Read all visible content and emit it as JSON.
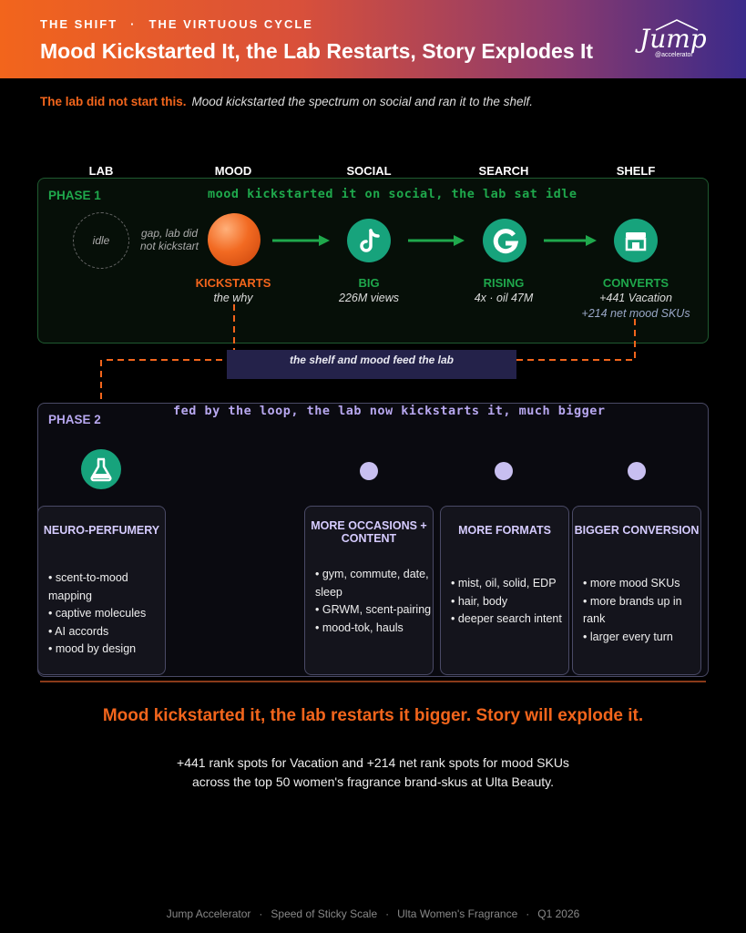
{
  "header": {
    "kicker_left": "THE SHIFT",
    "kicker_sep": "·",
    "kicker_right": "THE VIRTUOUS CYCLE",
    "title": "Mood Kickstarted It, the Lab Restarts, Story Explodes It",
    "logo_word": "Jump",
    "logo_sub": "@accelerator"
  },
  "lead": {
    "bold": "The lab did not start this.",
    "italic": "Mood kickstarted the spectrum on social and ran it to the shelf."
  },
  "columns": [
    "LAB",
    "MOOD",
    "SOCIAL",
    "SEARCH",
    "SHELF"
  ],
  "phase1": {
    "label": "PHASE 1",
    "caption": "mood kickstarted it on social, the lab sat idle",
    "idle": "idle",
    "gap_line1": "gap, lab did",
    "gap_line2": "not kickstart",
    "nodes": [
      {
        "title": "KICKSTARTS",
        "sub": "the why",
        "sub2": ""
      },
      {
        "title": "BIG",
        "sub": "226M views",
        "sub2": ""
      },
      {
        "title": "RISING",
        "sub": "4x · oil 47M",
        "sub2": ""
      },
      {
        "title": "CONVERTS",
        "sub": "+441 Vacation",
        "sub2": "+214 net mood SKUs"
      }
    ]
  },
  "feed": "the shelf and mood feed the lab",
  "phase2": {
    "label": "PHASE 2",
    "caption": "fed by the loop, the lab now kickstarts it, much bigger",
    "cards": [
      {
        "title": "NEURO-PERFUMERY",
        "items": [
          "scent-to-mood mapping",
          "captive molecules",
          "AI accords",
          "mood by design"
        ]
      },
      {
        "title": "MORE OCCASIONS + CONTENT",
        "items": [
          "gym, commute, date, sleep",
          "GRWM, scent-pairing",
          "mood-tok, hauls"
        ]
      },
      {
        "title": "MORE FORMATS",
        "items": [
          "mist, oil, solid, EDP",
          "hair, body",
          "deeper search intent"
        ]
      },
      {
        "title": "BIGGER CONVERSION",
        "items": [
          "more mood SKUs",
          "more brands up in rank",
          "larger every turn"
        ]
      }
    ]
  },
  "conclusion": "Mood kickstarted it, the lab restarts it bigger. Story will explode it.",
  "stat_line1": "+441 rank spots for Vacation and +214 net rank spots for mood SKUs",
  "stat_line2": "across the top 50 women's fragrance brand-skus at Ulta Beauty.",
  "footer": [
    "Jump Accelerator",
    "Speed of Sticky Scale",
    "Ulta Women's Fragrance",
    "Q1 2026"
  ],
  "colors": {
    "accent_orange": "#f2651c",
    "phase1_green": "#1fa84c",
    "phase2_lavender": "#b8a8f0",
    "node_teal": "#17a37c"
  },
  "icons": [
    "tiktok-icon",
    "google-icon",
    "storefront-icon",
    "flask-icon",
    "house-logo-icon"
  ]
}
